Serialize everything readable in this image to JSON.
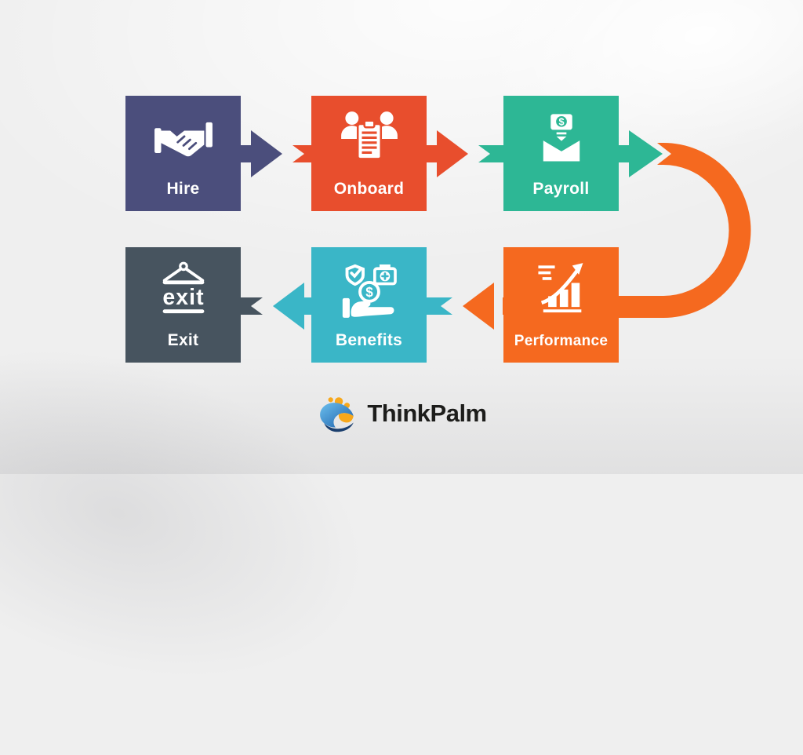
{
  "flow": {
    "title_visible": false,
    "steps": [
      {
        "label": "Hire",
        "color": "#4b4e7c",
        "icon": "handshake-icon"
      },
      {
        "label": "Onboard",
        "color": "#e84e2d",
        "icon": "onboarding-clipboard-icon"
      },
      {
        "label": "Payroll",
        "color": "#2db795",
        "icon": "payroll-envelope-icon",
        "currency_symbol": "$"
      },
      {
        "label": "Performance",
        "color": "#f5691f",
        "icon": "performance-chart-icon"
      },
      {
        "label": "Benefits",
        "color": "#3ab6c7",
        "icon": "benefits-hand-icon",
        "currency_symbol": "$"
      },
      {
        "label": "Exit",
        "color": "#47545f",
        "icon": "exit-sign-icon",
        "sign_text": "exit"
      }
    ],
    "sequence": "Hire → Onboard → Payroll → Performance → Benefits → Exit",
    "loop_color": "#f5691f"
  },
  "logo": {
    "text": "ThinkPalm",
    "text_color": "#1d1d1b",
    "icon_colors": {
      "blue": "#3396d8",
      "blue_light": "#6cc0ee",
      "navy": "#1b3f6e",
      "yellow": "#f7a81b"
    }
  },
  "background": {
    "base": "#efefef",
    "highlight": "#ffffff"
  }
}
